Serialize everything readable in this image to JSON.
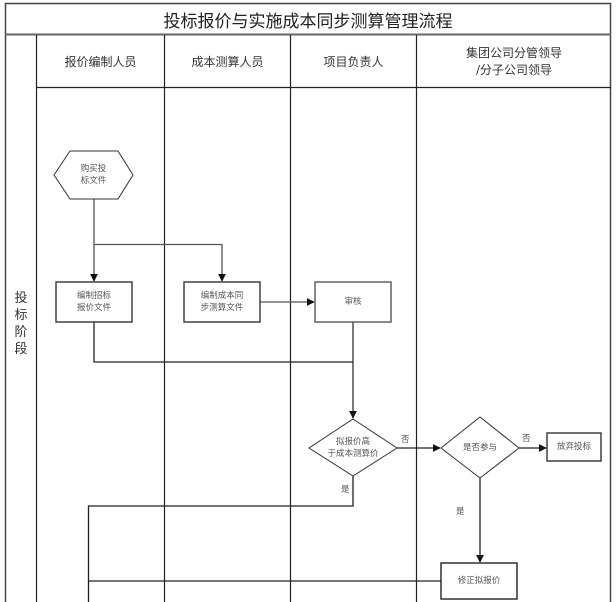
{
  "title": "投标报价与实施成本同步测算管理流程",
  "lanes": [
    {
      "label": "报价编制人员"
    },
    {
      "label": "成本测算人员"
    },
    {
      "label": "项目负责人"
    },
    {
      "label": "集团公司分管领导\n/分子公司领导"
    }
  ],
  "phase": {
    "label": "投\n标\n阶\n段"
  },
  "nodes": {
    "buy_docs": {
      "type": "start-hexagon",
      "label": "购买投\n标文件"
    },
    "prepare_quote": {
      "type": "process",
      "label": "编制招标\n报价文件"
    },
    "prepare_cost": {
      "type": "process",
      "label": "编制成本同\n步测算文件"
    },
    "review": {
      "type": "process",
      "label": "审核"
    },
    "decision_price": {
      "type": "decision",
      "label": "拟报价高\n于成本测算价"
    },
    "decision_join": {
      "type": "decision",
      "label": "是否参与"
    },
    "abandon": {
      "type": "process",
      "label": "放弃投标"
    },
    "revise_quote": {
      "type": "process",
      "label": "修正拟报价"
    }
  },
  "edge_labels": {
    "price_no": "否",
    "price_yes": "是",
    "join_no": "否",
    "join_yes": "是"
  },
  "colors": {
    "border": "#222222",
    "connector": "#555555"
  }
}
